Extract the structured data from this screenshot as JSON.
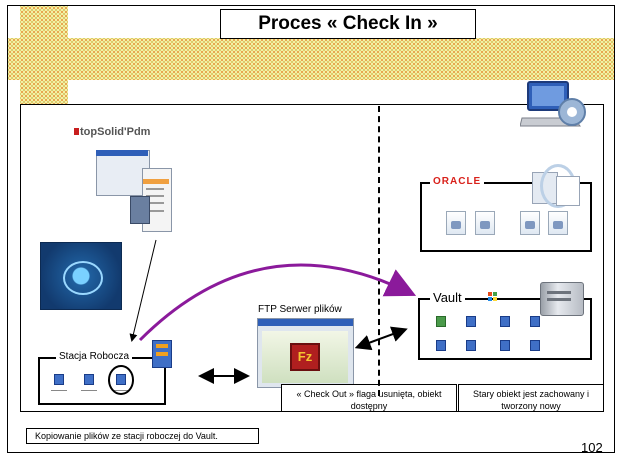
{
  "slide": {
    "title": "Proces « Check In »",
    "page_number": "102",
    "caption": "Kopiowanie plików ze stacji roboczej do Vault."
  },
  "workstation": {
    "label": "Stacja Robocza",
    "logo_text": "topSolid'Pdm"
  },
  "ftp": {
    "label": "FTP Serwer plików",
    "logo_letter": "Fz"
  },
  "vault": {
    "label": "Vault"
  },
  "oracle": {
    "logo_text": "ORACLE"
  },
  "notes": {
    "check_out": "« Check Out » flaga usunięta,  obiekt dostępny",
    "old_object": "Stary obiekt jest zachowany i tworzony nowy"
  },
  "colors": {
    "background_pattern": "#f4f0a6",
    "process_arrow": "#8b1a9b",
    "oracle_red": "#d9211b",
    "file_icon": "#3f6fc6"
  },
  "icons": [
    "computer-network-icon",
    "server-icon",
    "ftp-filezilla-icon",
    "file-icon",
    "document-icon",
    "bidirectional-arrow-icon"
  ]
}
